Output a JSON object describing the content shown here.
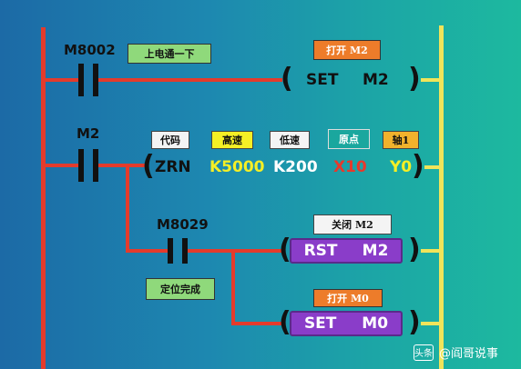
{
  "rung1": {
    "contact": "M8002",
    "comment": "上电通一下",
    "coil_comment": "打开  M2",
    "instr": "SET",
    "operand": "M2"
  },
  "rung2": {
    "contact": "M2",
    "tags": {
      "code": "代码",
      "high_speed": "高速",
      "low_speed": "低速",
      "origin": "原点",
      "axis": "轴1"
    },
    "instr": "ZRN",
    "op1": "K5000",
    "op2": "K200",
    "op3": "X10",
    "op4": "Y0",
    "colors": {
      "op1": "#f5ef25",
      "op2": "#ffffff",
      "op3": "#e8392b",
      "op4": "#f5ef25"
    }
  },
  "rung3": {
    "contact": "M8029",
    "contact_comment": "定位完成",
    "coil_a_comment": "关闭  M2",
    "coil_a_instr": "RST",
    "coil_a_operand": "M2",
    "coil_b_comment": "打开  M0",
    "coil_b_instr": "SET",
    "coil_b_operand": "M0"
  },
  "watermark": {
    "icon": "toutiao-icon",
    "icon_text": "头条",
    "text": "@阎哥说事"
  }
}
